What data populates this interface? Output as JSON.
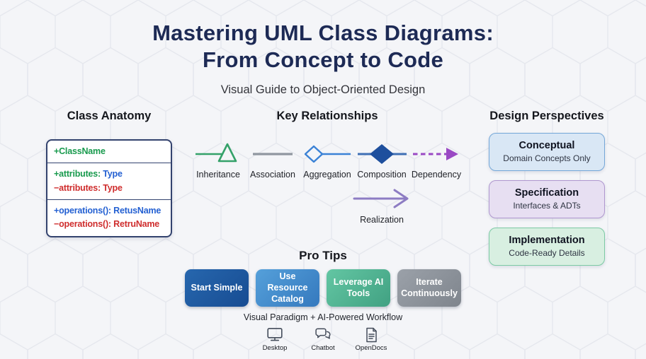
{
  "page": {
    "title_line1": "Mastering UML Class Diagrams:",
    "title_line2": "From Concept to Code",
    "subtitle": "Visual Guide to Object-Oriented Design"
  },
  "class_anatomy": {
    "heading": "Class Anatomy",
    "class_name": "+ClassName",
    "attribute_rows": [
      {
        "name": "+attributes:",
        "type": "Type"
      },
      {
        "name": "−attributes:",
        "type": "Type"
      }
    ],
    "operation_rows": [
      {
        "name": "+operations():",
        "type": "RetusName"
      },
      {
        "name": "−operations():",
        "type": "RetruName"
      }
    ]
  },
  "relationships": {
    "heading": "Key Relationships",
    "items": [
      {
        "label": "Inheritance",
        "symbol": "inheritance-hollow-triangle",
        "color": "#34a169"
      },
      {
        "label": "Association",
        "symbol": "association-plain-line",
        "color": "#9097a0"
      },
      {
        "label": "Aggregation",
        "symbol": "aggregation-hollow-diamond",
        "color": "#3b82d6"
      },
      {
        "label": "Composition",
        "symbol": "composition-filled-diamond",
        "color": "#1e4f9d"
      },
      {
        "label": "Dependency",
        "symbol": "dependency-dashed-arrow",
        "color": "#9a49c4"
      }
    ],
    "realization": {
      "label": "Realization",
      "symbol": "realization-open-arrow",
      "color": "#8d7cc3"
    }
  },
  "perspectives": {
    "heading": "Design Perspectives",
    "cards": [
      {
        "title": "Conceptual",
        "subtitle": "Domain Concepts Only",
        "bg": "#d9e7f5",
        "border": "#74a7d8"
      },
      {
        "title": "Specification",
        "subtitle": "Interfaces & ADTs",
        "bg": "#e7dff2",
        "border": "#af97cf"
      },
      {
        "title": "Implementation",
        "subtitle": "Code-Ready Details",
        "bg": "#d8efe1",
        "border": "#7ccaa4"
      }
    ]
  },
  "pro_tips": {
    "heading": "Pro Tips",
    "buttons": [
      {
        "label": "Start Simple",
        "color": "#1d4f9c"
      },
      {
        "label": "Use Resource Catalog",
        "color": "#3f87cb"
      },
      {
        "label": "Leverage AI Tools",
        "color": "#54b793"
      },
      {
        "label": "Iterate Continuously",
        "color": "#8e949c"
      }
    ]
  },
  "footer": {
    "text": "Visual Paradigm + AI-Powered Workflow",
    "items": [
      {
        "label": "Desktop",
        "icon": "desktop-icon"
      },
      {
        "label": "Chatbot",
        "icon": "chatbot-icon"
      },
      {
        "label": "OpenDocs",
        "icon": "opendocs-icon"
      }
    ]
  },
  "colors": {
    "background": "#f4f5f8",
    "hex_pattern_line": "#e6e8ee",
    "title_navy": "#1d2a55",
    "class_green": "#189a4d",
    "type_blue": "#2360d2",
    "private_red": "#cf2d2d",
    "uml_box_border": "#33436e"
  }
}
